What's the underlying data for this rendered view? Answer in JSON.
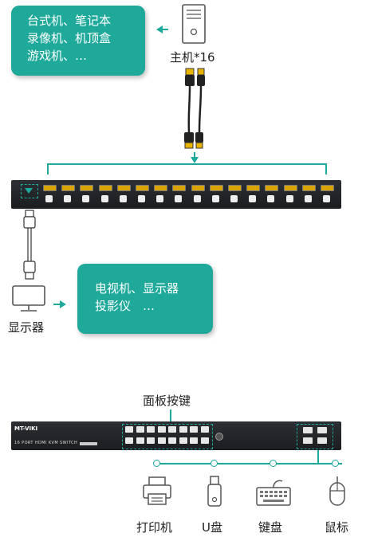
{
  "top_box": {
    "line1": "台式机、笔记本",
    "line2": "录像机、机顶盒",
    "line3": "游戏机、…"
  },
  "host_label": "主机*16",
  "bottom_box": {
    "line1": "电视机、显示器",
    "line2": "投影仪　…"
  },
  "monitor_label": "显示器",
  "panel_label": "面板按键",
  "front_panel": {
    "brand": "MT-VIKI",
    "model": "16 PORT HDMI KVM SWITCH"
  },
  "peripherals": [
    "打印机",
    "U盘",
    "键盘",
    "鼠标"
  ],
  "colors": {
    "accent": "#1ea99a",
    "device": "#1f2225"
  }
}
